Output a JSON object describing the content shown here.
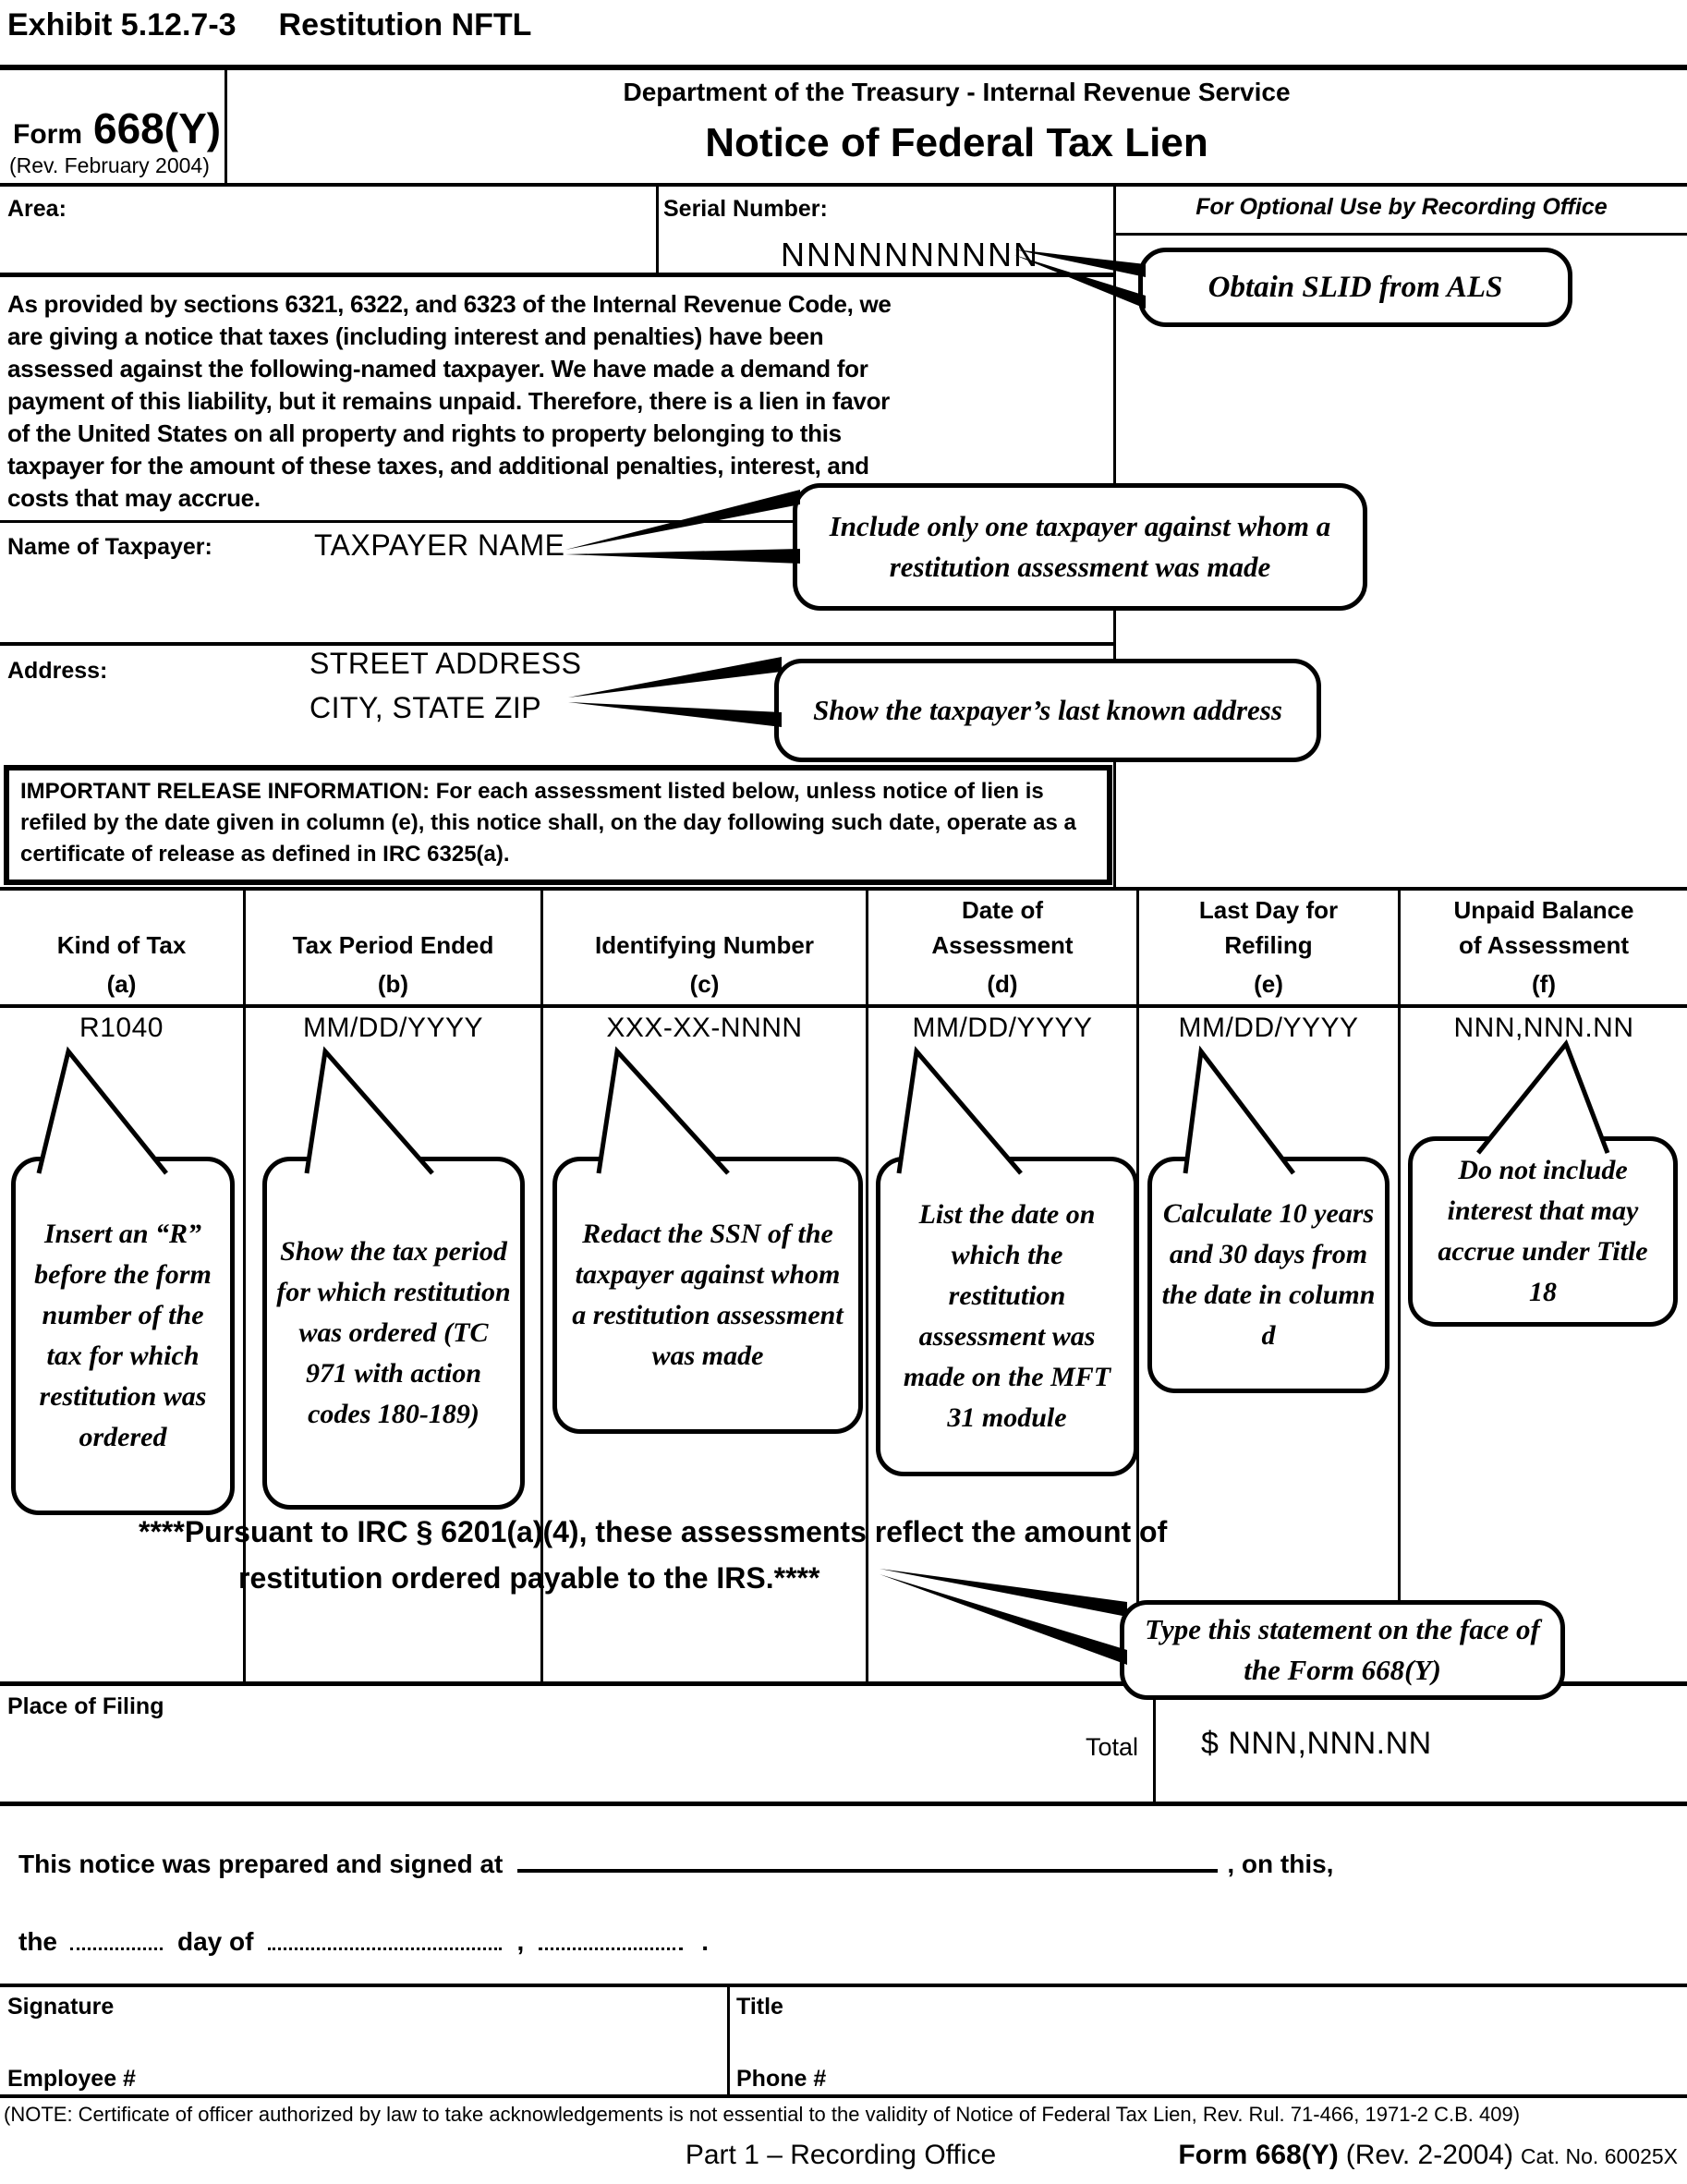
{
  "exhibit": {
    "number": "Exhibit 5.12.7-3",
    "name": "Restitution NFTL"
  },
  "header": {
    "form_word": "Form",
    "form_number": "668(Y)",
    "revision": "(Rev. February 2004)",
    "department": "Department of the Treasury - Internal Revenue Service",
    "title": "Notice of Federal Tax Lien"
  },
  "fields": {
    "area_label": "Area:",
    "serial_label": "Serial Number:",
    "serial_value": "NNNNNNNNNN",
    "optional_use": "For Optional Use by Recording Office",
    "name_label": "Name of Taxpayer:",
    "name_value": "TAXPAYER NAME",
    "address_label": "Address:",
    "address_line1": "STREET ADDRESS",
    "address_line2": "CITY, STATE ZIP",
    "place_of_filing": "Place of Filing",
    "total_label": "Total",
    "total_value": "$ NNN,NNN.NN"
  },
  "paragraph_lines": [
    "As provided by sections 6321, 6322, and 6323 of the Internal Revenue Code, we",
    "are giving a notice that taxes (including interest and penalties) have been",
    "assessed against the following-named taxpayer.  We have made a demand for",
    "payment of this liability, but it remains unpaid.  Therefore, there is a lien in favor",
    "of the United States on all property and rights to property belonging to this",
    "taxpayer for the amount of these taxes, and additional penalties, interest, and",
    "costs that may accrue."
  ],
  "release": {
    "label": "IMPORTANT RELEASE INFORMATION:",
    "text": " For each assessment listed below, unless notice of lien is refiled by the date given in column (e), this notice shall, on the day following such date, operate as a certificate of release as defined in IRC 6325(a)."
  },
  "table": {
    "columns": [
      {
        "header": "Kind of Tax",
        "letter": "(a)",
        "value": "R1040",
        "callout": "Insert an “R” before the form number of the tax for which restitution was ordered"
      },
      {
        "header": "Tax Period Ended",
        "letter": "(b)",
        "value": "MM/DD/YYYY",
        "callout": "Show the tax period for which restitution was ordered (TC 971 with action codes 180-189)"
      },
      {
        "header": "Identifying Number",
        "letter": "(c)",
        "value": "XXX-XX-NNNN",
        "callout": "Redact the SSN of the taxpayer against whom a restitution assessment was made"
      },
      {
        "header_top": "Date of",
        "header": "Assessment",
        "letter": "(d)",
        "value": "MM/DD/YYYY",
        "callout": "List the date on which the restitution assessment was made on the MFT 31 module"
      },
      {
        "header_top": "Last Day for",
        "header": "Refiling",
        "letter": "(e)",
        "value": "MM/DD/YYYY",
        "callout": "Calculate 10 years and 30 days from the date in column d"
      },
      {
        "header_top": "Unpaid Balance",
        "header": "of Assessment",
        "letter": "(f)",
        "value": "NNN,NNN.NN",
        "callout": "Do not include interest that may accrue under Title 18"
      }
    ]
  },
  "callouts": {
    "slid": "Obtain SLID from ALS",
    "taxpayer": "Include only one taxpayer against whom a restitution assessment was made",
    "address": "Show the taxpayer’s last known address",
    "statement": "Type this statement on the face of the Form 668(Y)"
  },
  "statement": {
    "line1": "****Pursuant to IRC § 6201(a)(4), these assessments reflect the amount of",
    "line2": "restitution ordered payable to the IRS.****"
  },
  "signing": {
    "prepared": "This notice was prepared and signed at",
    "on_this": ", on this,",
    "the": "the",
    "day_of": "day of",
    "comma": ",",
    "period": "."
  },
  "signature": {
    "signature": "Signature",
    "title": "Title",
    "employee": "Employee #",
    "phone": "Phone #"
  },
  "note": "(NOTE: Certificate of officer authorized by law to take acknowledgements is not essential to the validity of Notice of Federal Tax Lien, Rev. Rul. 71-466, 1971-2 C.B. 409)",
  "footer": {
    "part": "Part 1 – Recording Office",
    "form_bold": "Form 668(Y)",
    "rev": "(Rev. 2-2004)",
    "cat": "Cat. No. 60025X"
  }
}
